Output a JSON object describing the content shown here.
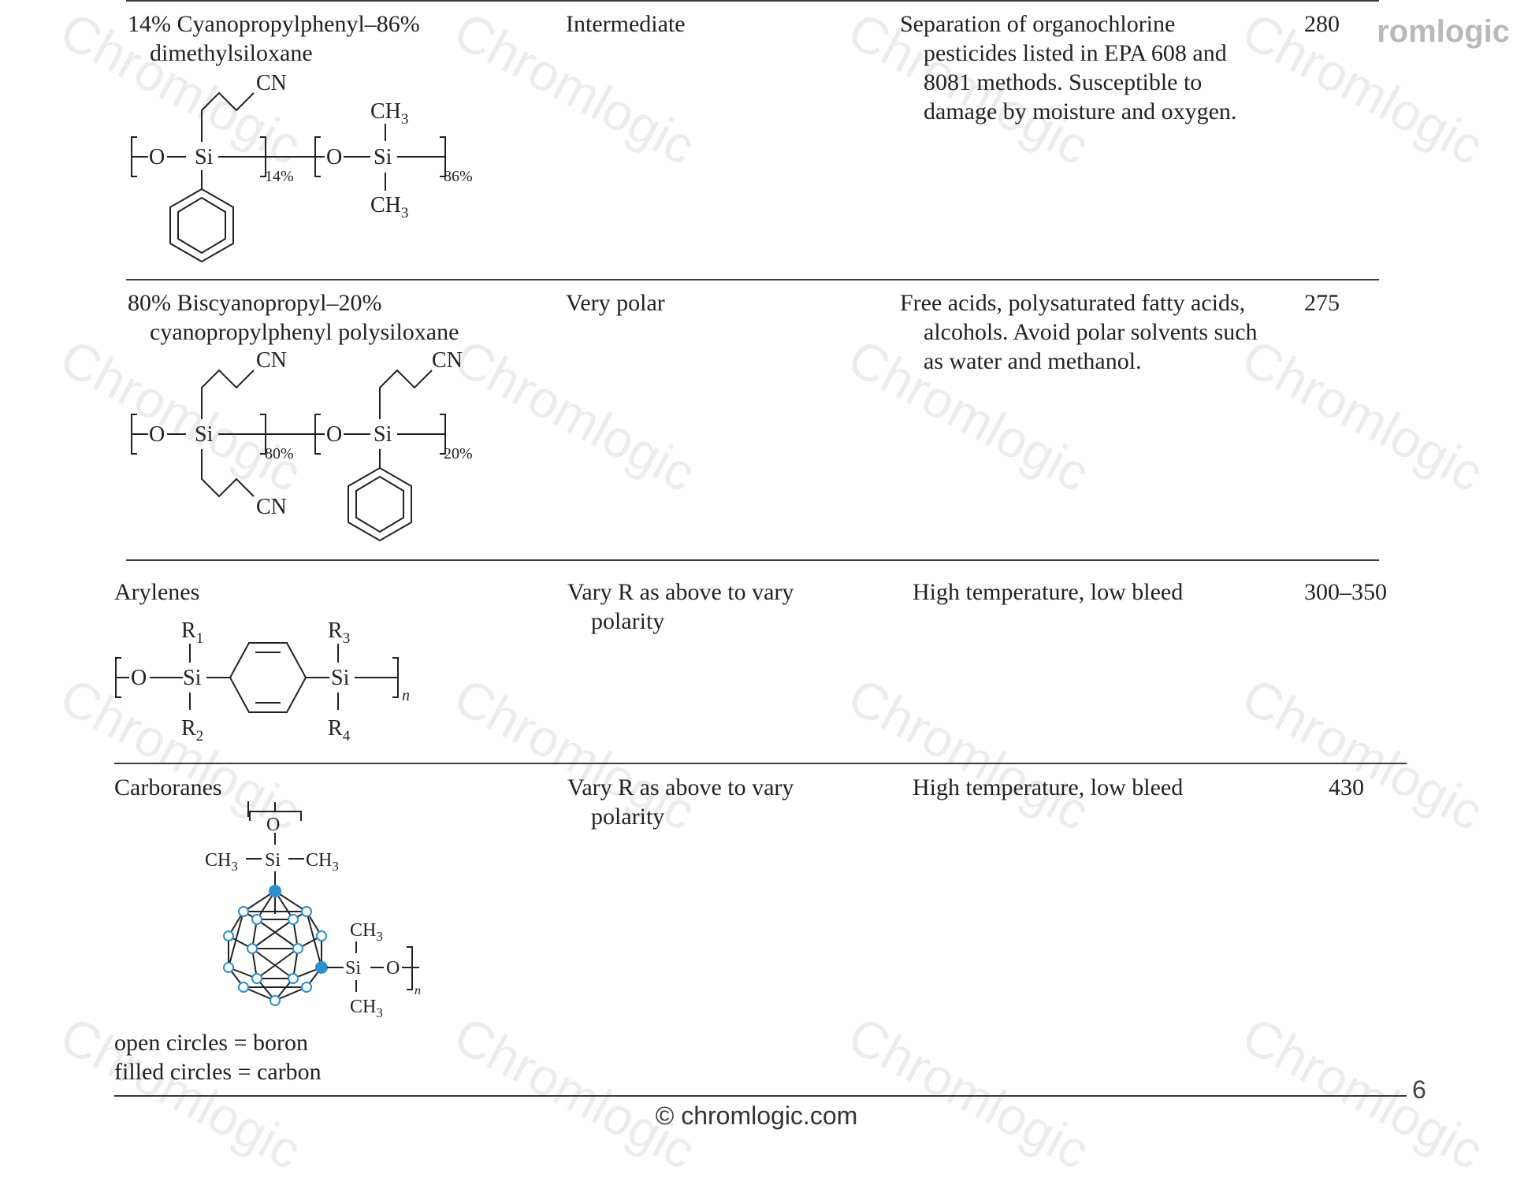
{
  "watermark": {
    "text": "Chromlogic",
    "logo_text": "romlogic"
  },
  "rows": [
    {
      "phase_line1": "14% Cyanopropylphenyl–86%",
      "phase_line2": "dimethylsiloxane",
      "polarity": "Intermediate",
      "uses": "Separation of organochlorine pesticides listed in EPA 608 and 8081 methods. Susceptible to damage by moisture and oxygen.",
      "max_temp": "280"
    },
    {
      "phase_line1": "80% Biscyanopropyl–20%",
      "phase_line2": "cyanopropylphenyl polysiloxane",
      "polarity": "Very polar",
      "uses": "Free acids, polysaturated fatty acids, alcohols. Avoid polar solvents such as water and methanol.",
      "max_temp": "275"
    },
    {
      "phase_line1": "Arylenes",
      "polarity": "Vary R as above to vary polarity",
      "uses": "High temperature, low bleed",
      "max_temp": "300–350"
    },
    {
      "phase_line1": "Carboranes",
      "polarity": "Vary R as above to vary polarity",
      "uses": "High temperature, low bleed",
      "max_temp": "430",
      "legend_open": "open circles = boron",
      "legend_filled": "filled circles = carbon"
    }
  ],
  "structures": {
    "s1": {
      "cn": "CN",
      "o": "O",
      "si": "Si",
      "ch3": "CH",
      "sub3": "3",
      "sub_a": "14%",
      "sub_b": "86%"
    },
    "s2": {
      "cn": "CN",
      "o": "O",
      "si": "Si",
      "sub_a": "80%",
      "sub_b": "20%"
    },
    "s3": {
      "o": "O",
      "si": "Si",
      "r": "R",
      "r1": "1",
      "r2": "2",
      "r3": "3",
      "r4": "4",
      "n": "n"
    },
    "s4": {
      "o": "O",
      "si": "Si",
      "ch3": "CH",
      "sub3": "3",
      "n": "n"
    }
  },
  "colors": {
    "carborane": "#2c8fd0",
    "rule": "#3a3a3a"
  },
  "footer": "© chromlogic.com",
  "page_number": "6"
}
